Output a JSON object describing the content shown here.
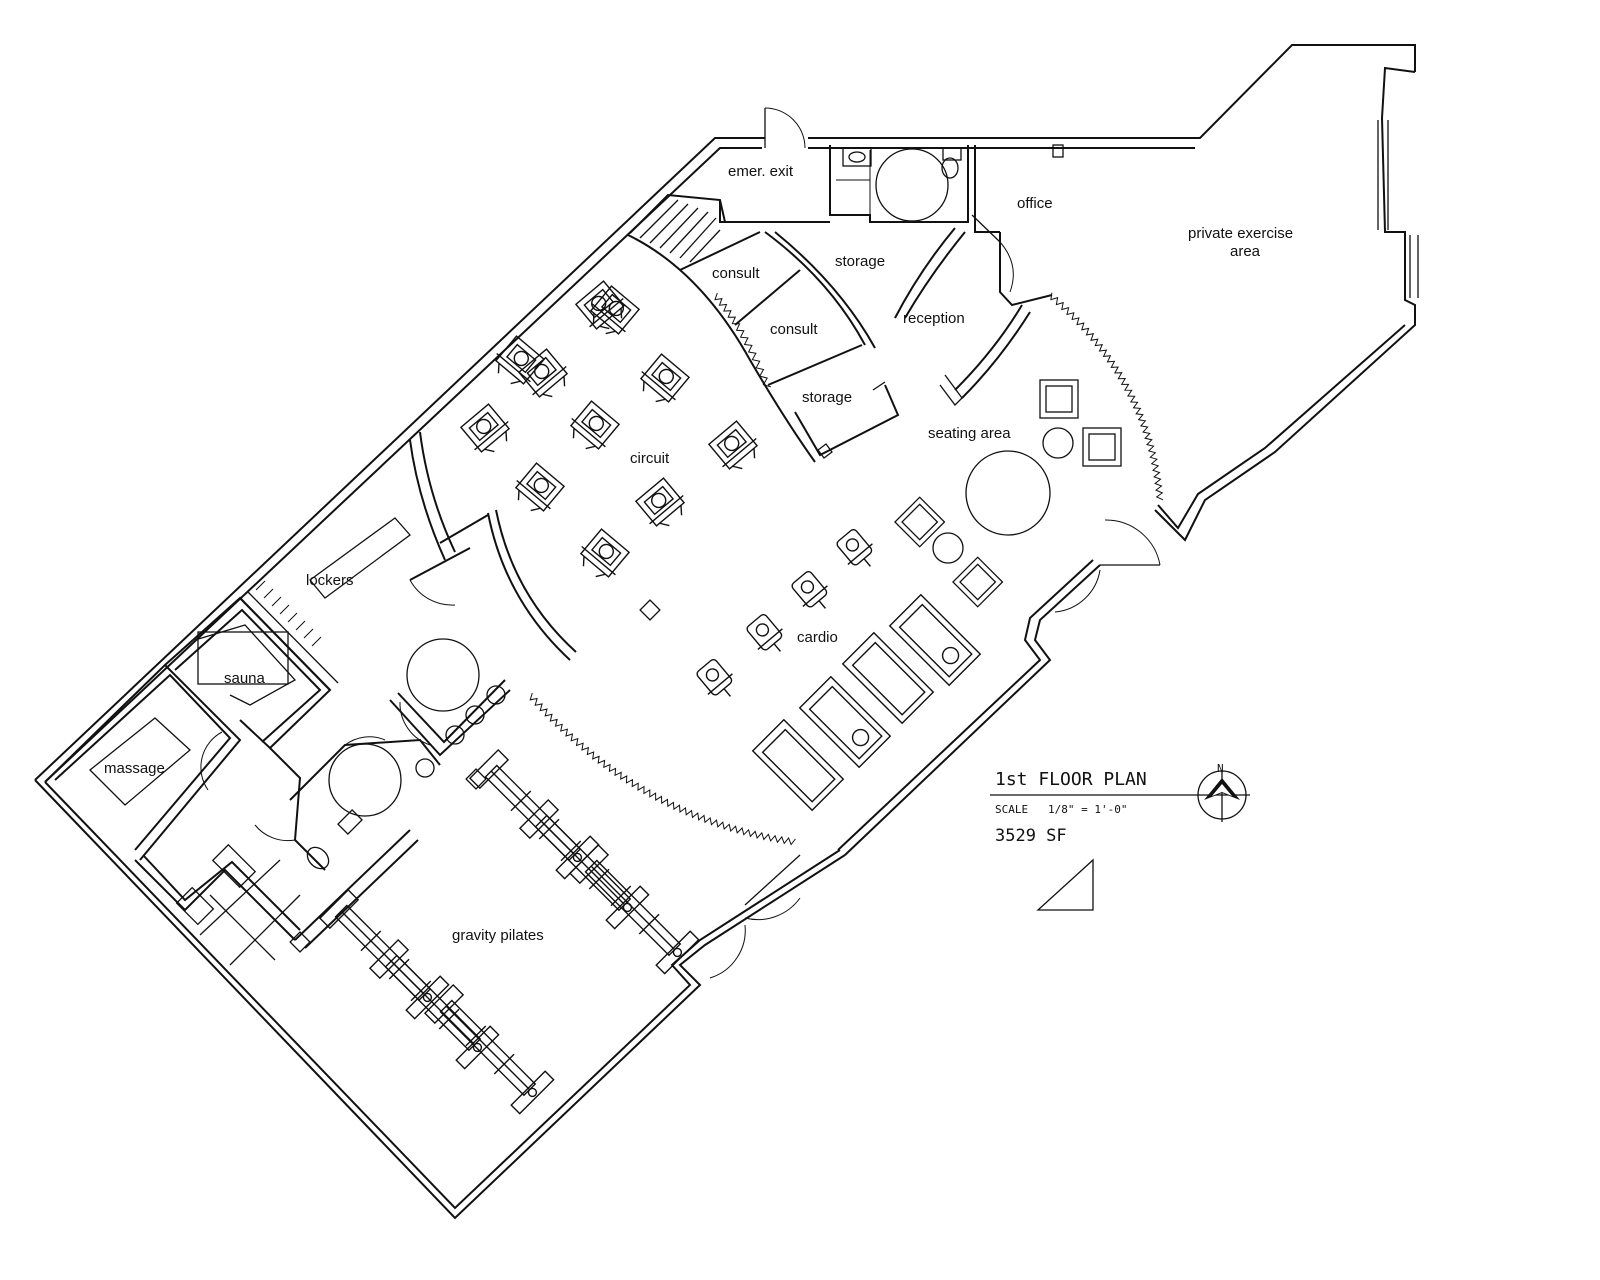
{
  "rooms": {
    "emer_exit": "emer. exit",
    "office": "office",
    "private_exercise_1": "private exercise",
    "private_exercise_2": "area",
    "consult_1": "consult",
    "consult_2": "consult",
    "storage_1": "storage",
    "storage_2": "storage",
    "reception": "reception",
    "seating_area": "seating area",
    "circuit": "circuit",
    "cardio": "cardio",
    "lockers": "lockers",
    "sauna": "sauna",
    "massage": "massage",
    "gravity_pilates": "gravity pilates"
  },
  "title_block": {
    "title": "1st FLOOR PLAN",
    "scale_label": "SCALE",
    "scale_value": "1/8\" = 1'-0\"",
    "area": "3529 SF",
    "north": "N"
  },
  "equipment": {
    "circuit_machines": 11,
    "cardio_bikes": 4,
    "treadmills": 5,
    "pilates_machines": 6
  }
}
